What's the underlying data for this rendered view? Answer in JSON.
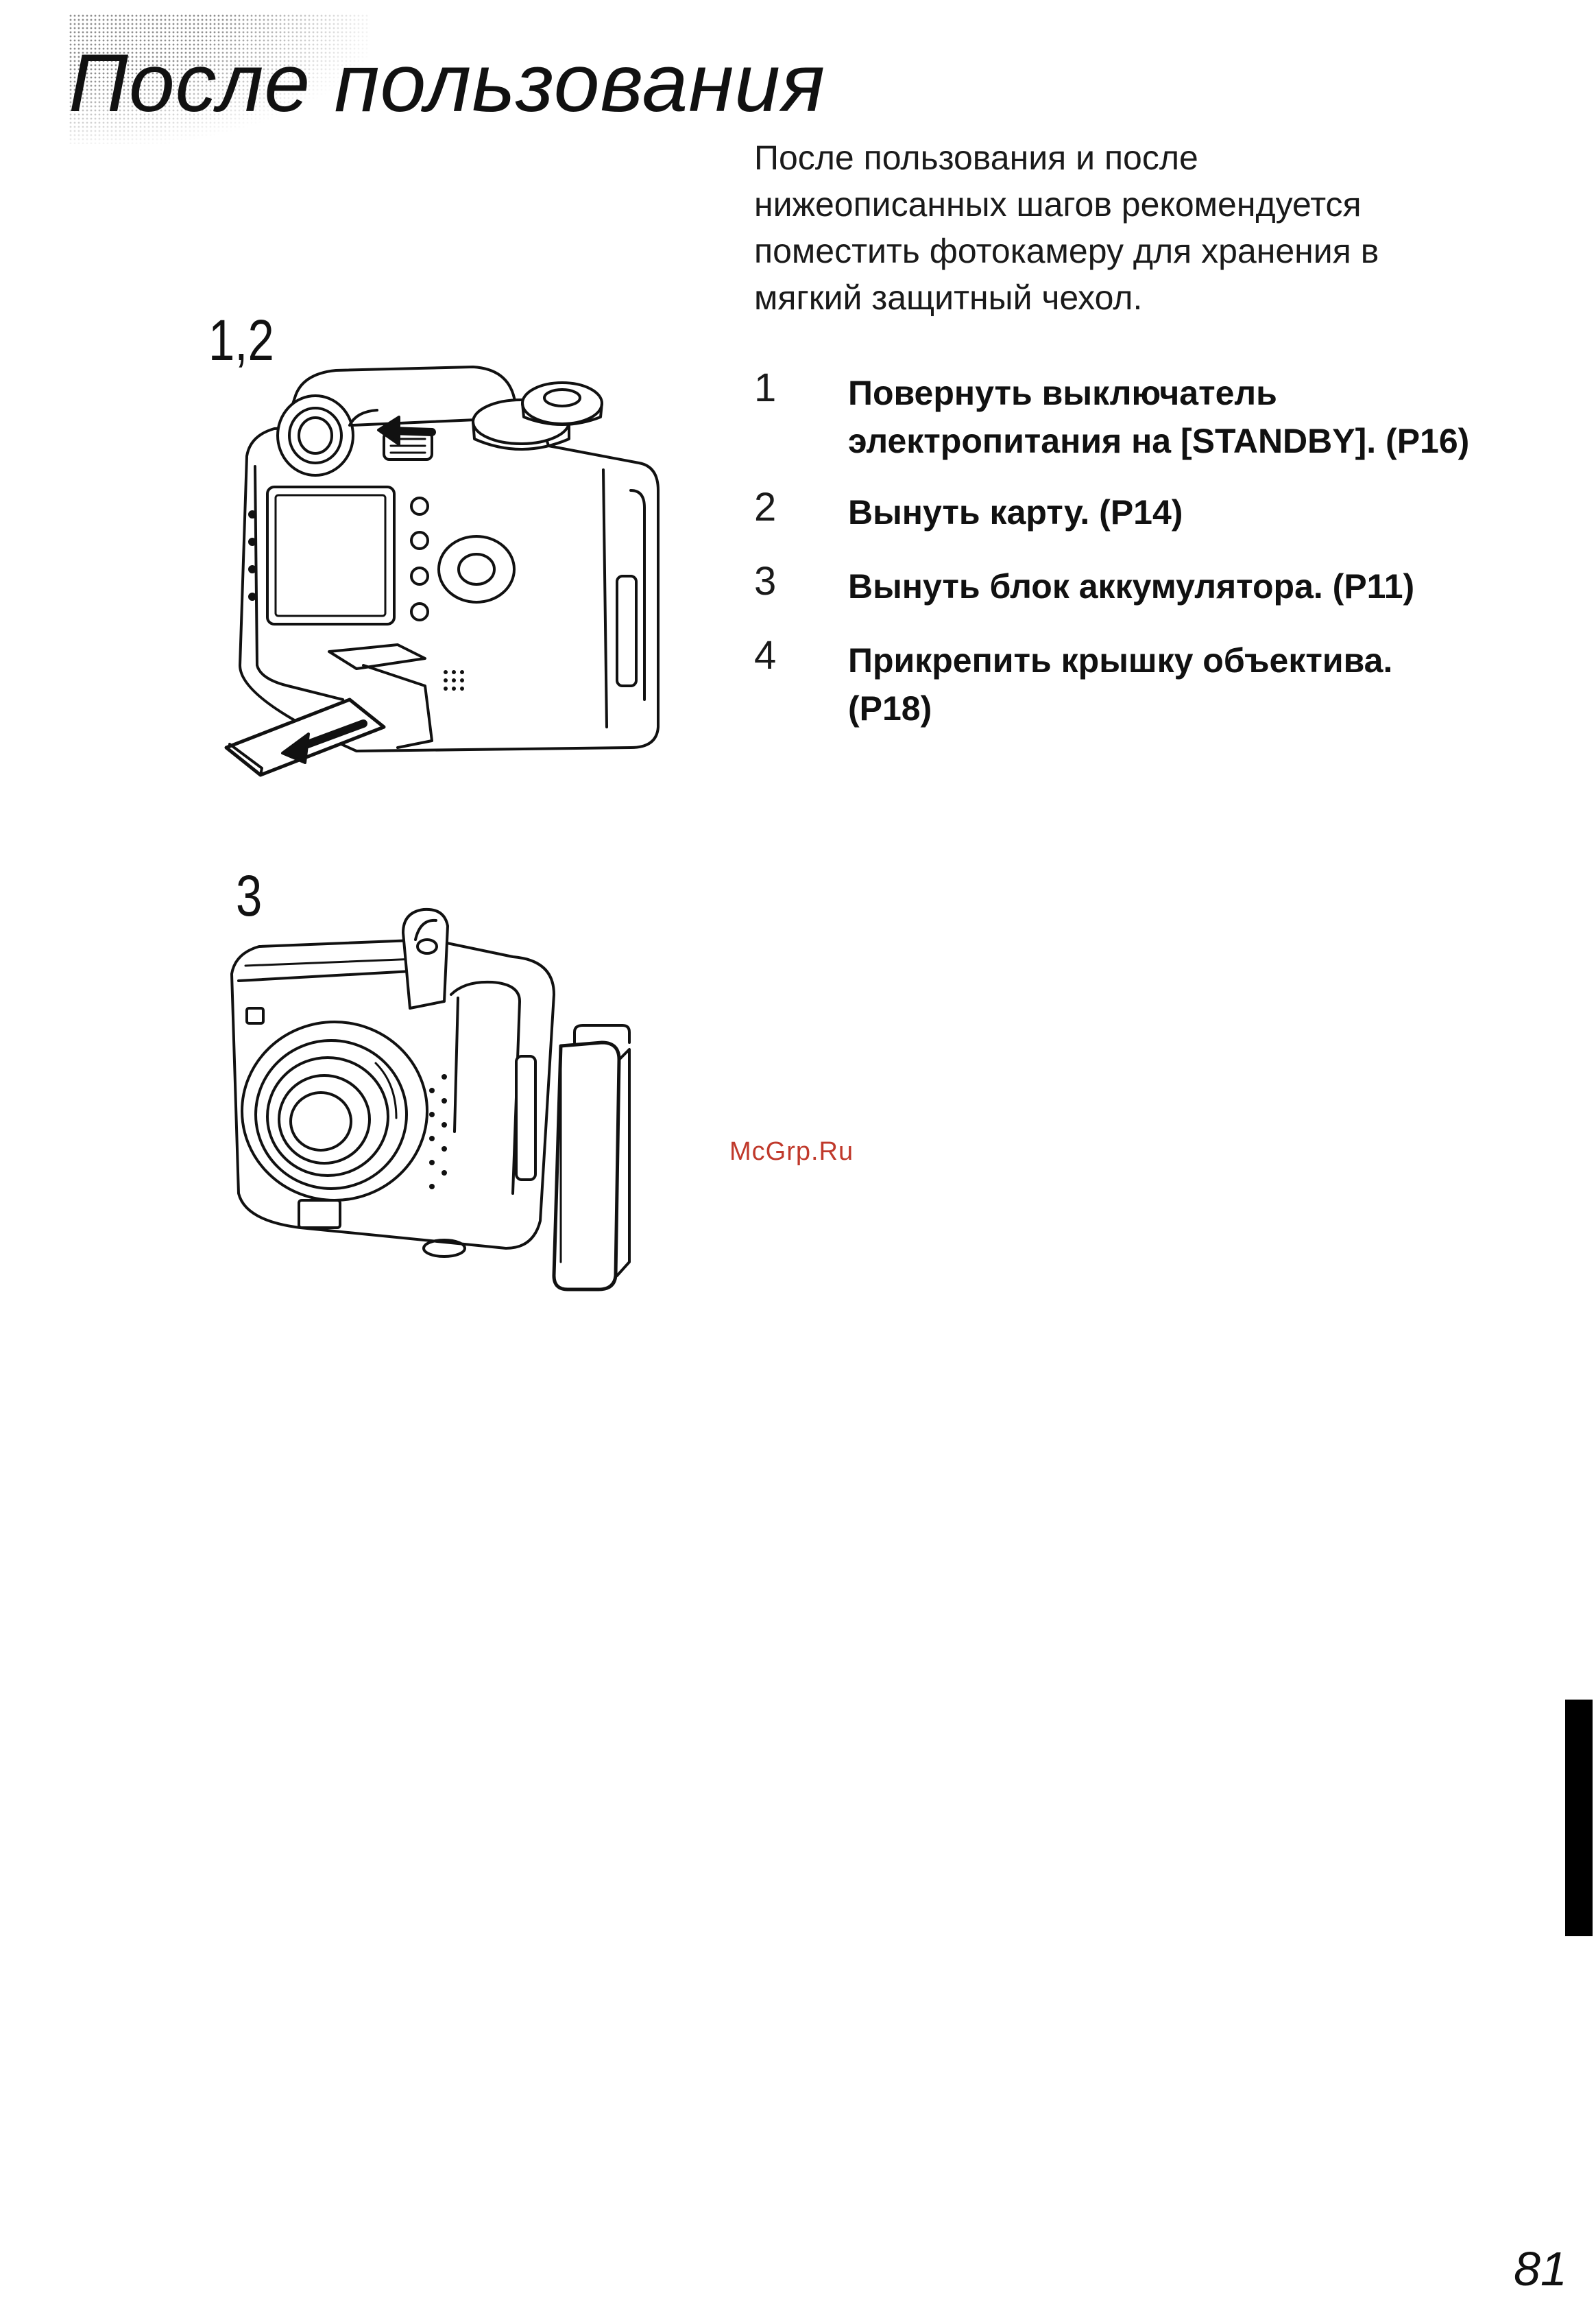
{
  "title": "После пользования",
  "intro_lines": [
    "После пользования и после",
    "нижеописанных шагов рекомендуется",
    "поместить фотокамеру для хранения в",
    "мягкий защитный чехол."
  ],
  "steps": [
    {
      "num": "1",
      "lines": [
        "Повернуть выключатель",
        "электропитания на [STANDBY]. (P16)"
      ]
    },
    {
      "num": "2",
      "lines": [
        "Вынуть карту. (P14)"
      ]
    },
    {
      "num": "3",
      "lines": [
        "Вынуть блок аккумулятора. (P11)"
      ]
    },
    {
      "num": "4",
      "lines": [
        "Прикрепить крышку объектива.",
        "(P18)"
      ]
    }
  ],
  "figures": [
    {
      "label": "1,2"
    },
    {
      "label": "3"
    }
  ],
  "watermark": "McGrp.Ru",
  "page_number": "81"
}
